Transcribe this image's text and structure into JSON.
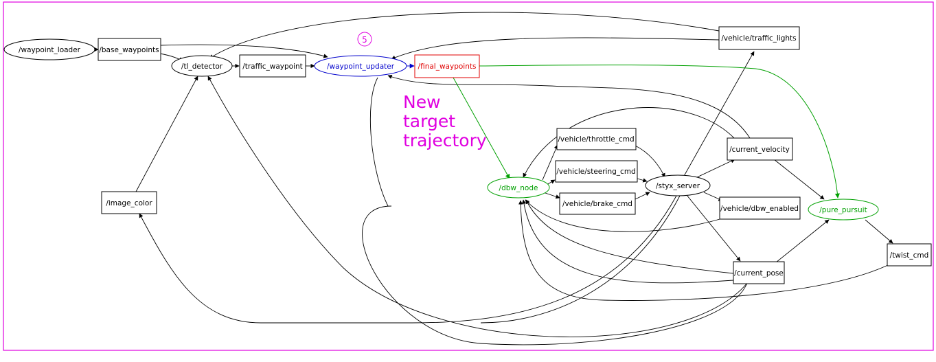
{
  "colors": {
    "frame": "#e000e0",
    "annotation": "#e000e0",
    "default": "#000000",
    "green": "#00a000",
    "blue": "#0000cc",
    "red": "#e00000"
  },
  "nodes": {
    "waypoint_loader": "/waypoint_loader",
    "base_waypoints": "/base_waypoints",
    "tl_detector": "/tl_detector",
    "traffic_waypoint": "/traffic_waypoint",
    "waypoint_updater": "/waypoint_updater",
    "final_waypoints": "/final_waypoints",
    "traffic_lights": "/vehicle/traffic_lights",
    "image_color": "/image_color",
    "throttle_cmd": "/vehicle/throttle_cmd",
    "steering_cmd": "/vehicle/steering_cmd",
    "brake_cmd": "/vehicle/brake_cmd",
    "dbw_node": "/dbw_node",
    "styx_server": "/styx_server",
    "current_velocity": "/current_velocity",
    "dbw_enabled": "/vehicle/dbw_enabled",
    "pure_pursuit": "/pure_pursuit",
    "twist_cmd": "/twist_cmd",
    "current_pose": "/current_pose"
  },
  "annotation": {
    "marker": "5",
    "line1": "New",
    "line2": "target",
    "line3": "trajectory"
  }
}
